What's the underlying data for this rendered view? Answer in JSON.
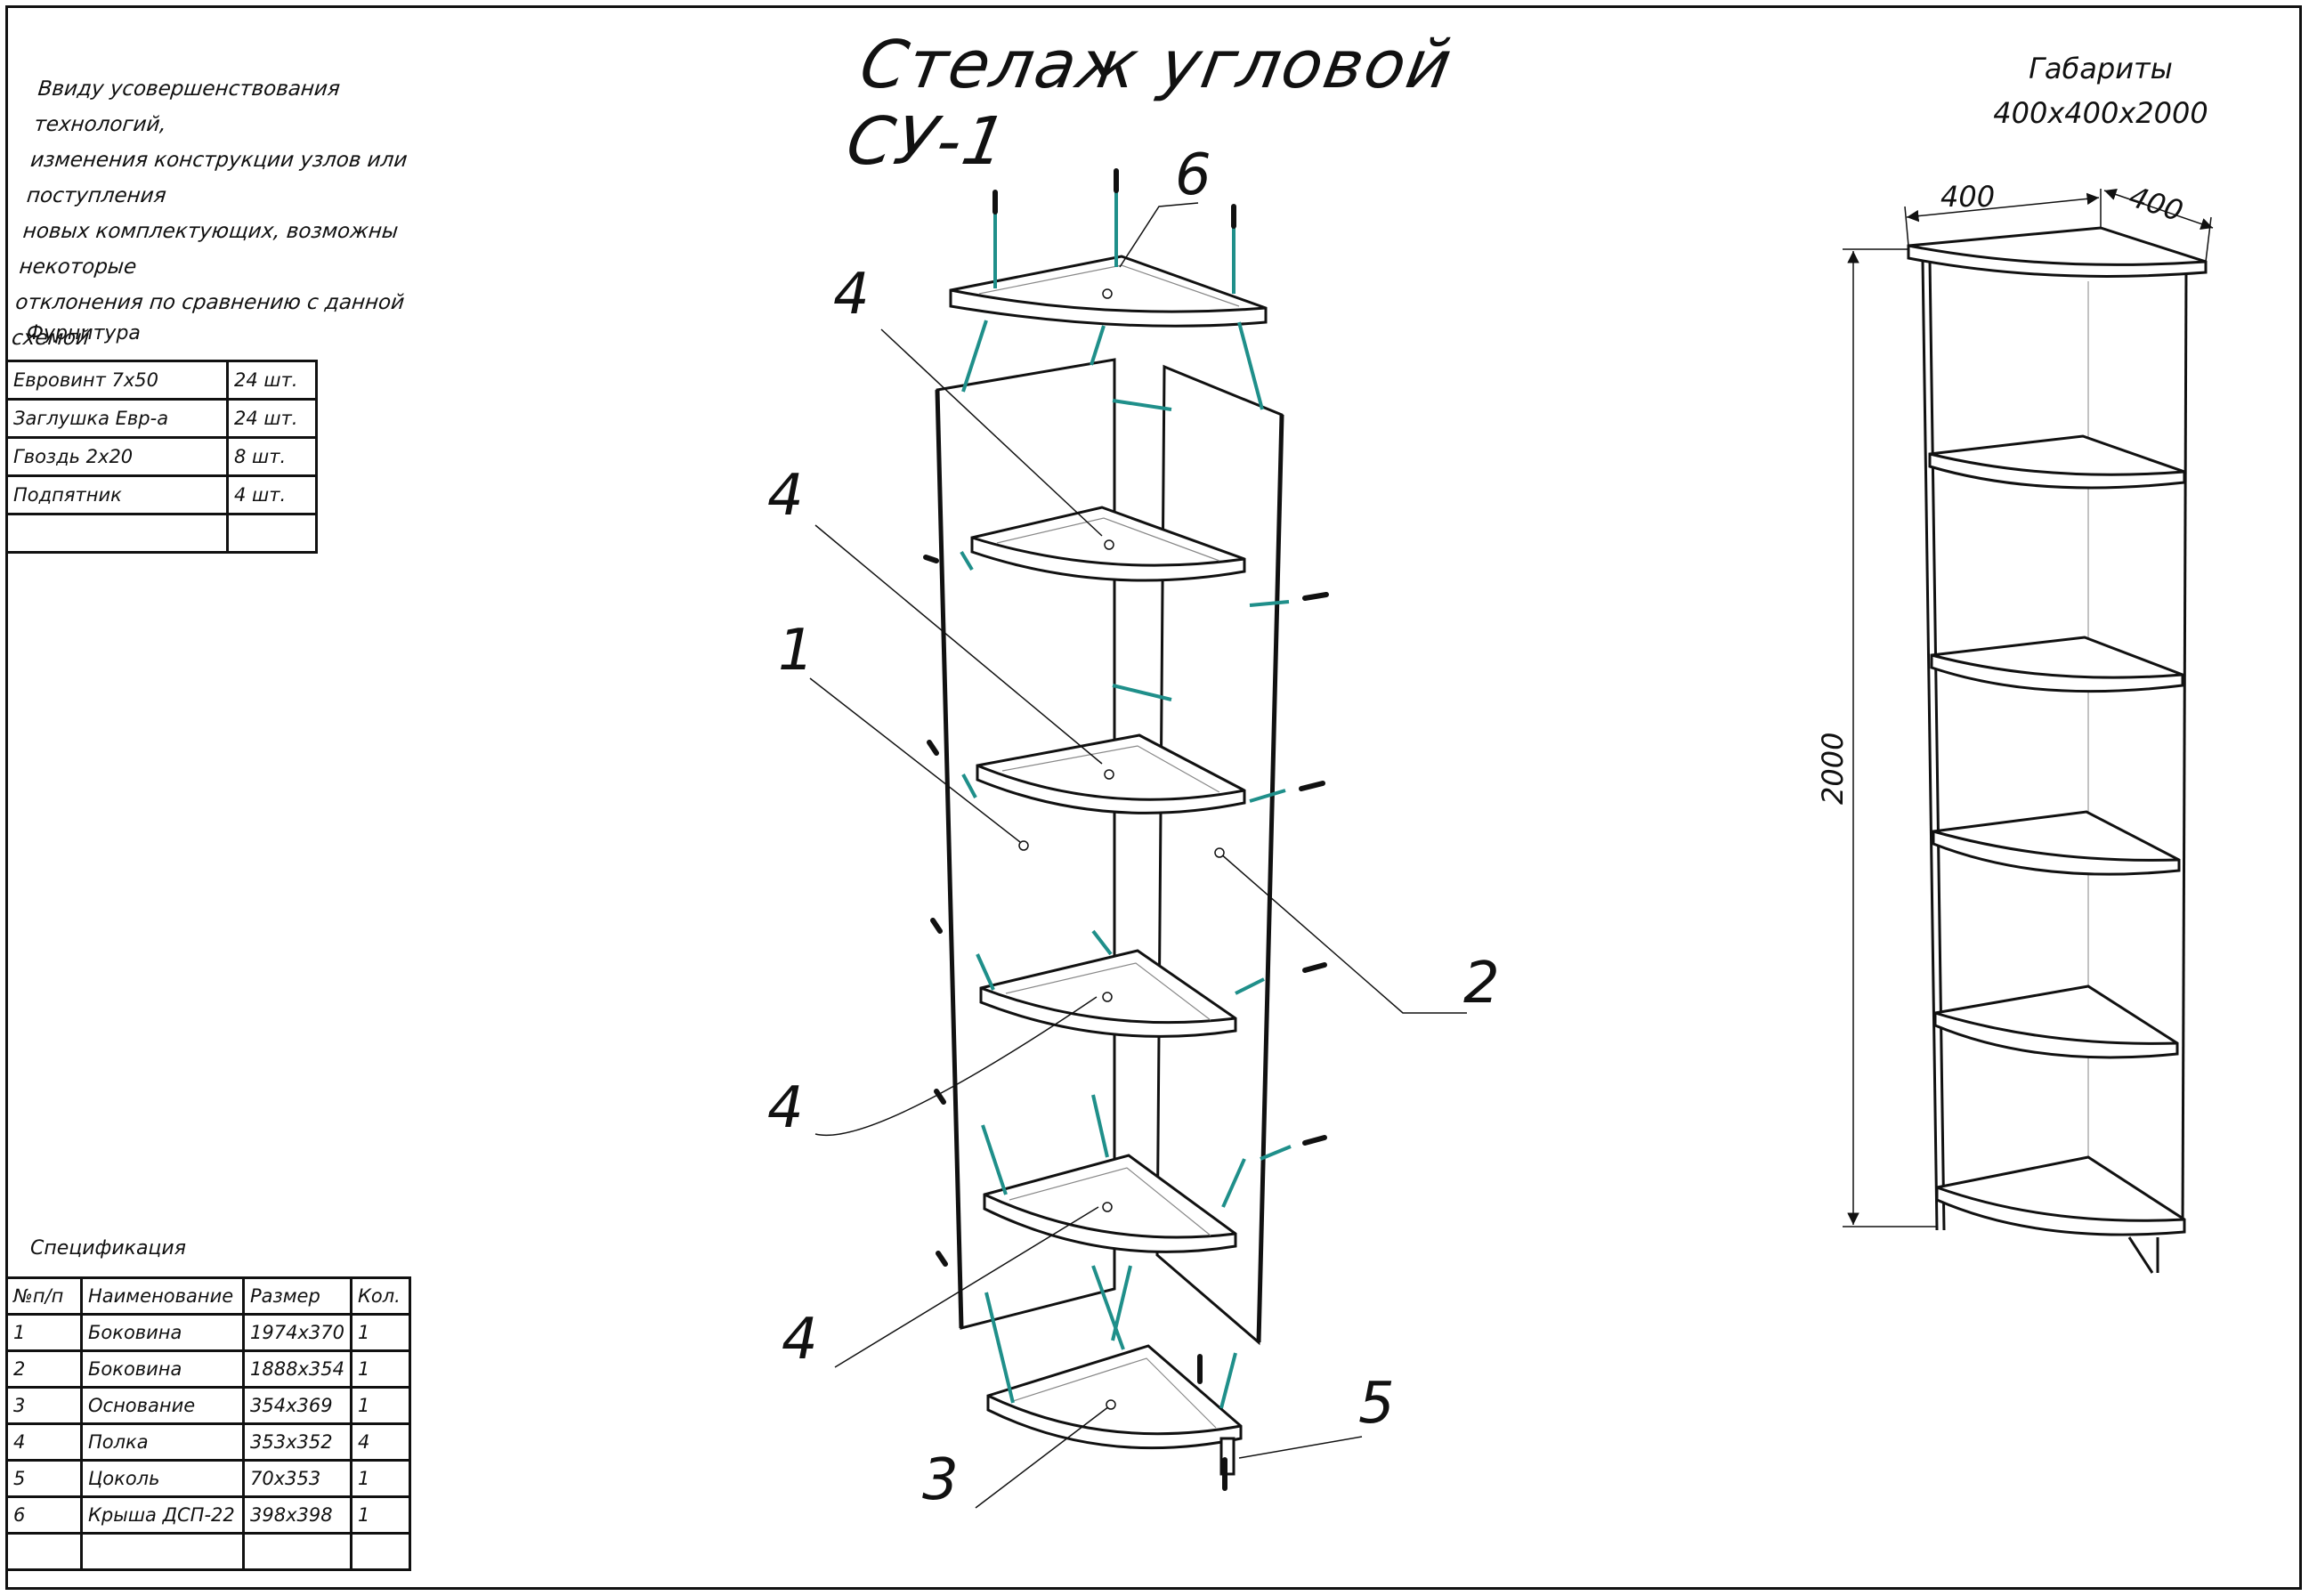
{
  "title": "Стелаж угловой СУ-1",
  "note": [
    "Ввиду усовершенствования технологий,",
    "изменения конструкции узлов или поступления",
    "новых комплектующих, возможны некоторые",
    "отклонения по сравнению с данной схемой"
  ],
  "dimensions": {
    "label": "Габариты",
    "value": "400х400х2000",
    "width_a": "400",
    "width_b": "400",
    "height": "2000"
  },
  "hardware": {
    "caption": "Фурнитура",
    "rows": [
      {
        "name": "Евровинт 7х50",
        "qty": "24 шт."
      },
      {
        "name": "Заглушка Евр-а",
        "qty": "24 шт."
      },
      {
        "name": "Гвоздь 2х20",
        "qty": "8 шт."
      },
      {
        "name": "Подпятник",
        "qty": "4 шт."
      },
      {
        "name": "",
        "qty": ""
      }
    ]
  },
  "spec": {
    "caption": "Спецификация",
    "headers": [
      "№п/п",
      "Наименование",
      "Размер",
      "Кол."
    ],
    "rows": [
      [
        "1",
        "Боковина",
        "1974х370",
        "1"
      ],
      [
        "2",
        "Боковина",
        "1888х354",
        "1"
      ],
      [
        "3",
        "Основание",
        "354х369",
        "1"
      ],
      [
        "4",
        "Полка",
        "353х352",
        "4"
      ],
      [
        "5",
        "Цоколь",
        "70х353",
        "1"
      ],
      [
        "6",
        "Крыша ДСП-22",
        "398х398",
        "1"
      ],
      [
        "",
        "",
        "",
        ""
      ]
    ]
  },
  "callouts": [
    "6",
    "4",
    "4",
    "1",
    "2",
    "4",
    "4",
    "5",
    "3"
  ],
  "colors": {
    "line": "#111111",
    "hardware": "#1f8f8a"
  }
}
